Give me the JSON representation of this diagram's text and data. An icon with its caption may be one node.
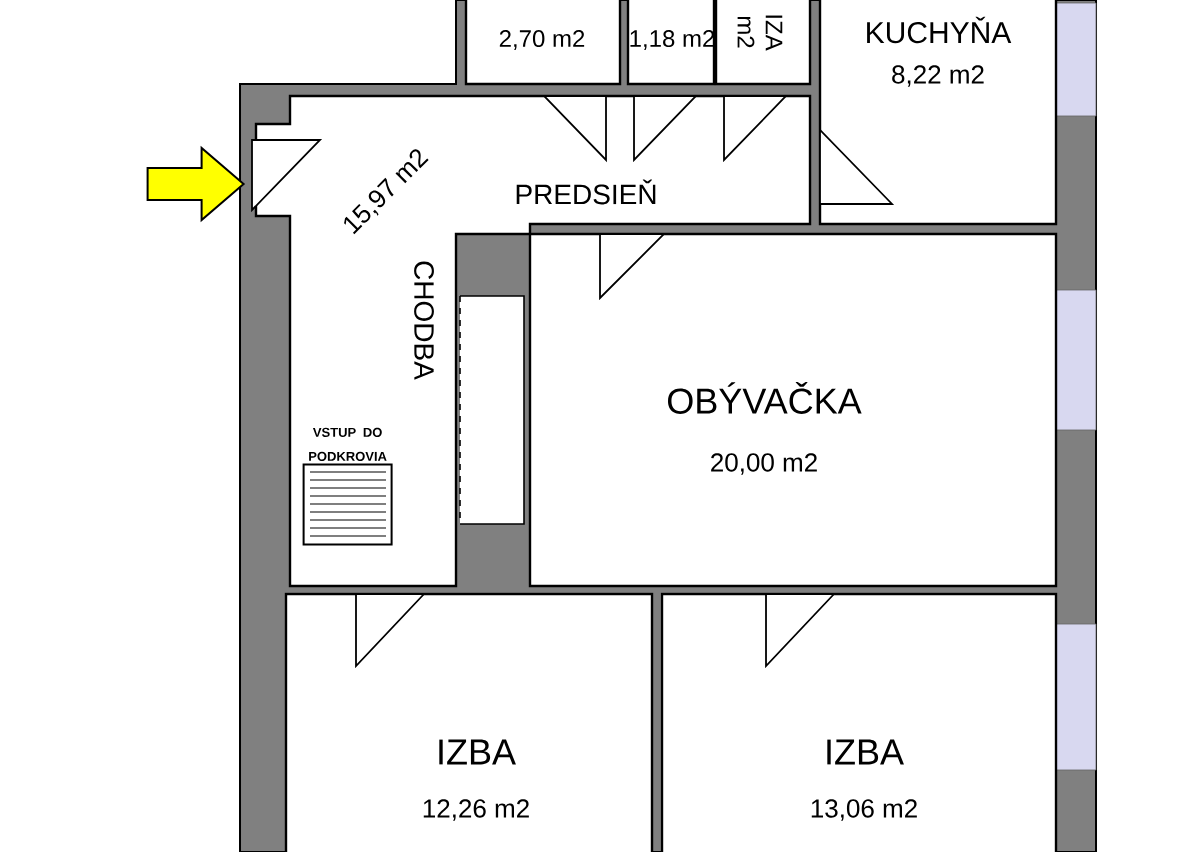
{
  "diagram": {
    "nodes": [
      {
        "text": [
          "2,70 m2"
        ]
      },
      {
        "text": [
          "1,18 m2"
        ]
      },
      {
        "text": [
          "IZA",
          "m2"
        ]
      },
      {
        "text": [
          "KUCHYŇA",
          "8,22 m2"
        ]
      },
      {
        "text": [
          "15,97 m2",
          "PREDSIEŇ",
          "CHODBA"
        ]
      },
      {
        "text": [
          "VSTUP DO PODKROVIA"
        ],
        "in": 4
      },
      {
        "text": [
          "OBÝVAČKA",
          "20,00 m2"
        ]
      },
      {
        "text": [
          "IZBA",
          "12,26 m2"
        ]
      },
      {
        "text": [
          "IZBA",
          "13,06 m2"
        ]
      }
    ],
    "edges": [
      {
        "from": null,
        "to": 4,
        "arrow": "to",
        "color": "#ffff00"
      }
    ]
  }
}
